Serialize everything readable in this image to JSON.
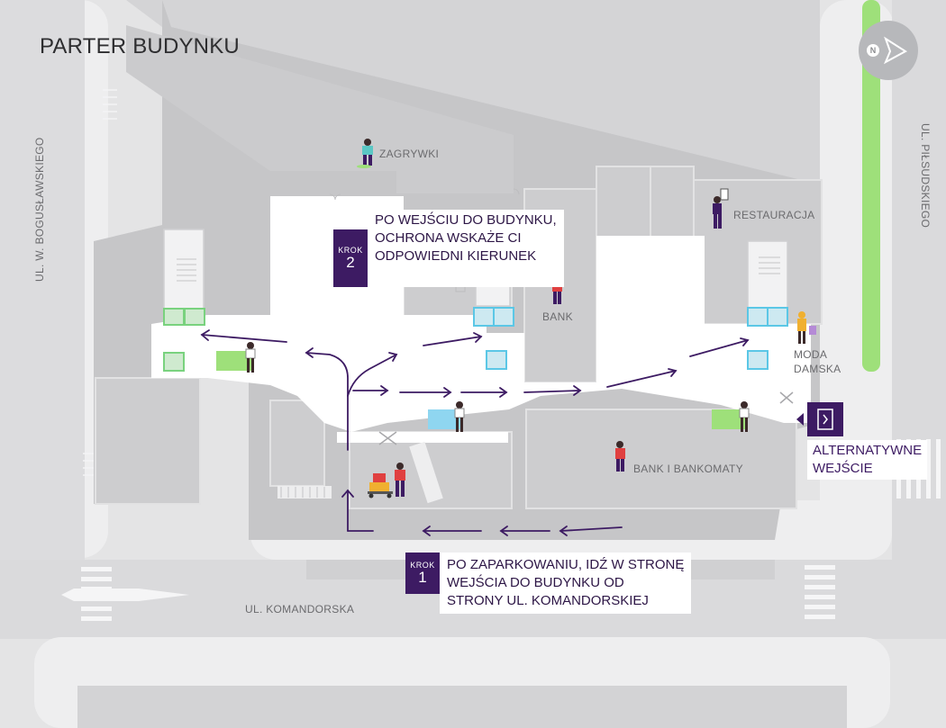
{
  "title": "PARTER BUDYNKU",
  "compass_label": "N",
  "streets": {
    "west": "UL. W. BOGUSŁAWSKIEGO",
    "east": "UL. PIŁSUDSKIEGO",
    "south": "UL. KOMANDORSKA"
  },
  "shops": {
    "zagrywki": "ZAGRYWKI",
    "restauracja": "RESTAURACJA",
    "bank": "BANK",
    "moda1": "MODA",
    "moda2": "DAMSKA",
    "bank_bankomaty": "BANK I BANKOMATY"
  },
  "steps": [
    {
      "krok": "KROK",
      "number": "1",
      "lines": [
        "PO ZAPARKOWANIU, IDŹ W STRONĘ",
        "WEJŚCIA DO BUDYNKU OD",
        "STRONY UL. KOMANDORSKIEJ"
      ]
    },
    {
      "krok": "KROK",
      "number": "2",
      "lines": [
        "PO WEJŚCIU DO BUDYNKU,",
        "OCHRONA WSKAŻE CI",
        "ODPOWIEDNI KIERUNEK"
      ]
    }
  ],
  "alt_entrance": [
    "ALTERNATYWNE",
    "WEJŚCIE"
  ],
  "colors": {
    "background": "#e3e3e4",
    "building": "#c9c9cb",
    "corridor": "#ffffff",
    "accent_purple": "#3d1b63",
    "elevator_green": "#79d27e",
    "elevator_blue": "#5bc7e6",
    "green_strip": "#9ee07a"
  },
  "icons": [
    "compass-arrow-icon",
    "elevator-icon",
    "stairs-icon",
    "person-icon",
    "reception-desk-icon",
    "revolving-door-icon",
    "door-icon",
    "route-arrow-icon",
    "luggage-cart-icon"
  ]
}
